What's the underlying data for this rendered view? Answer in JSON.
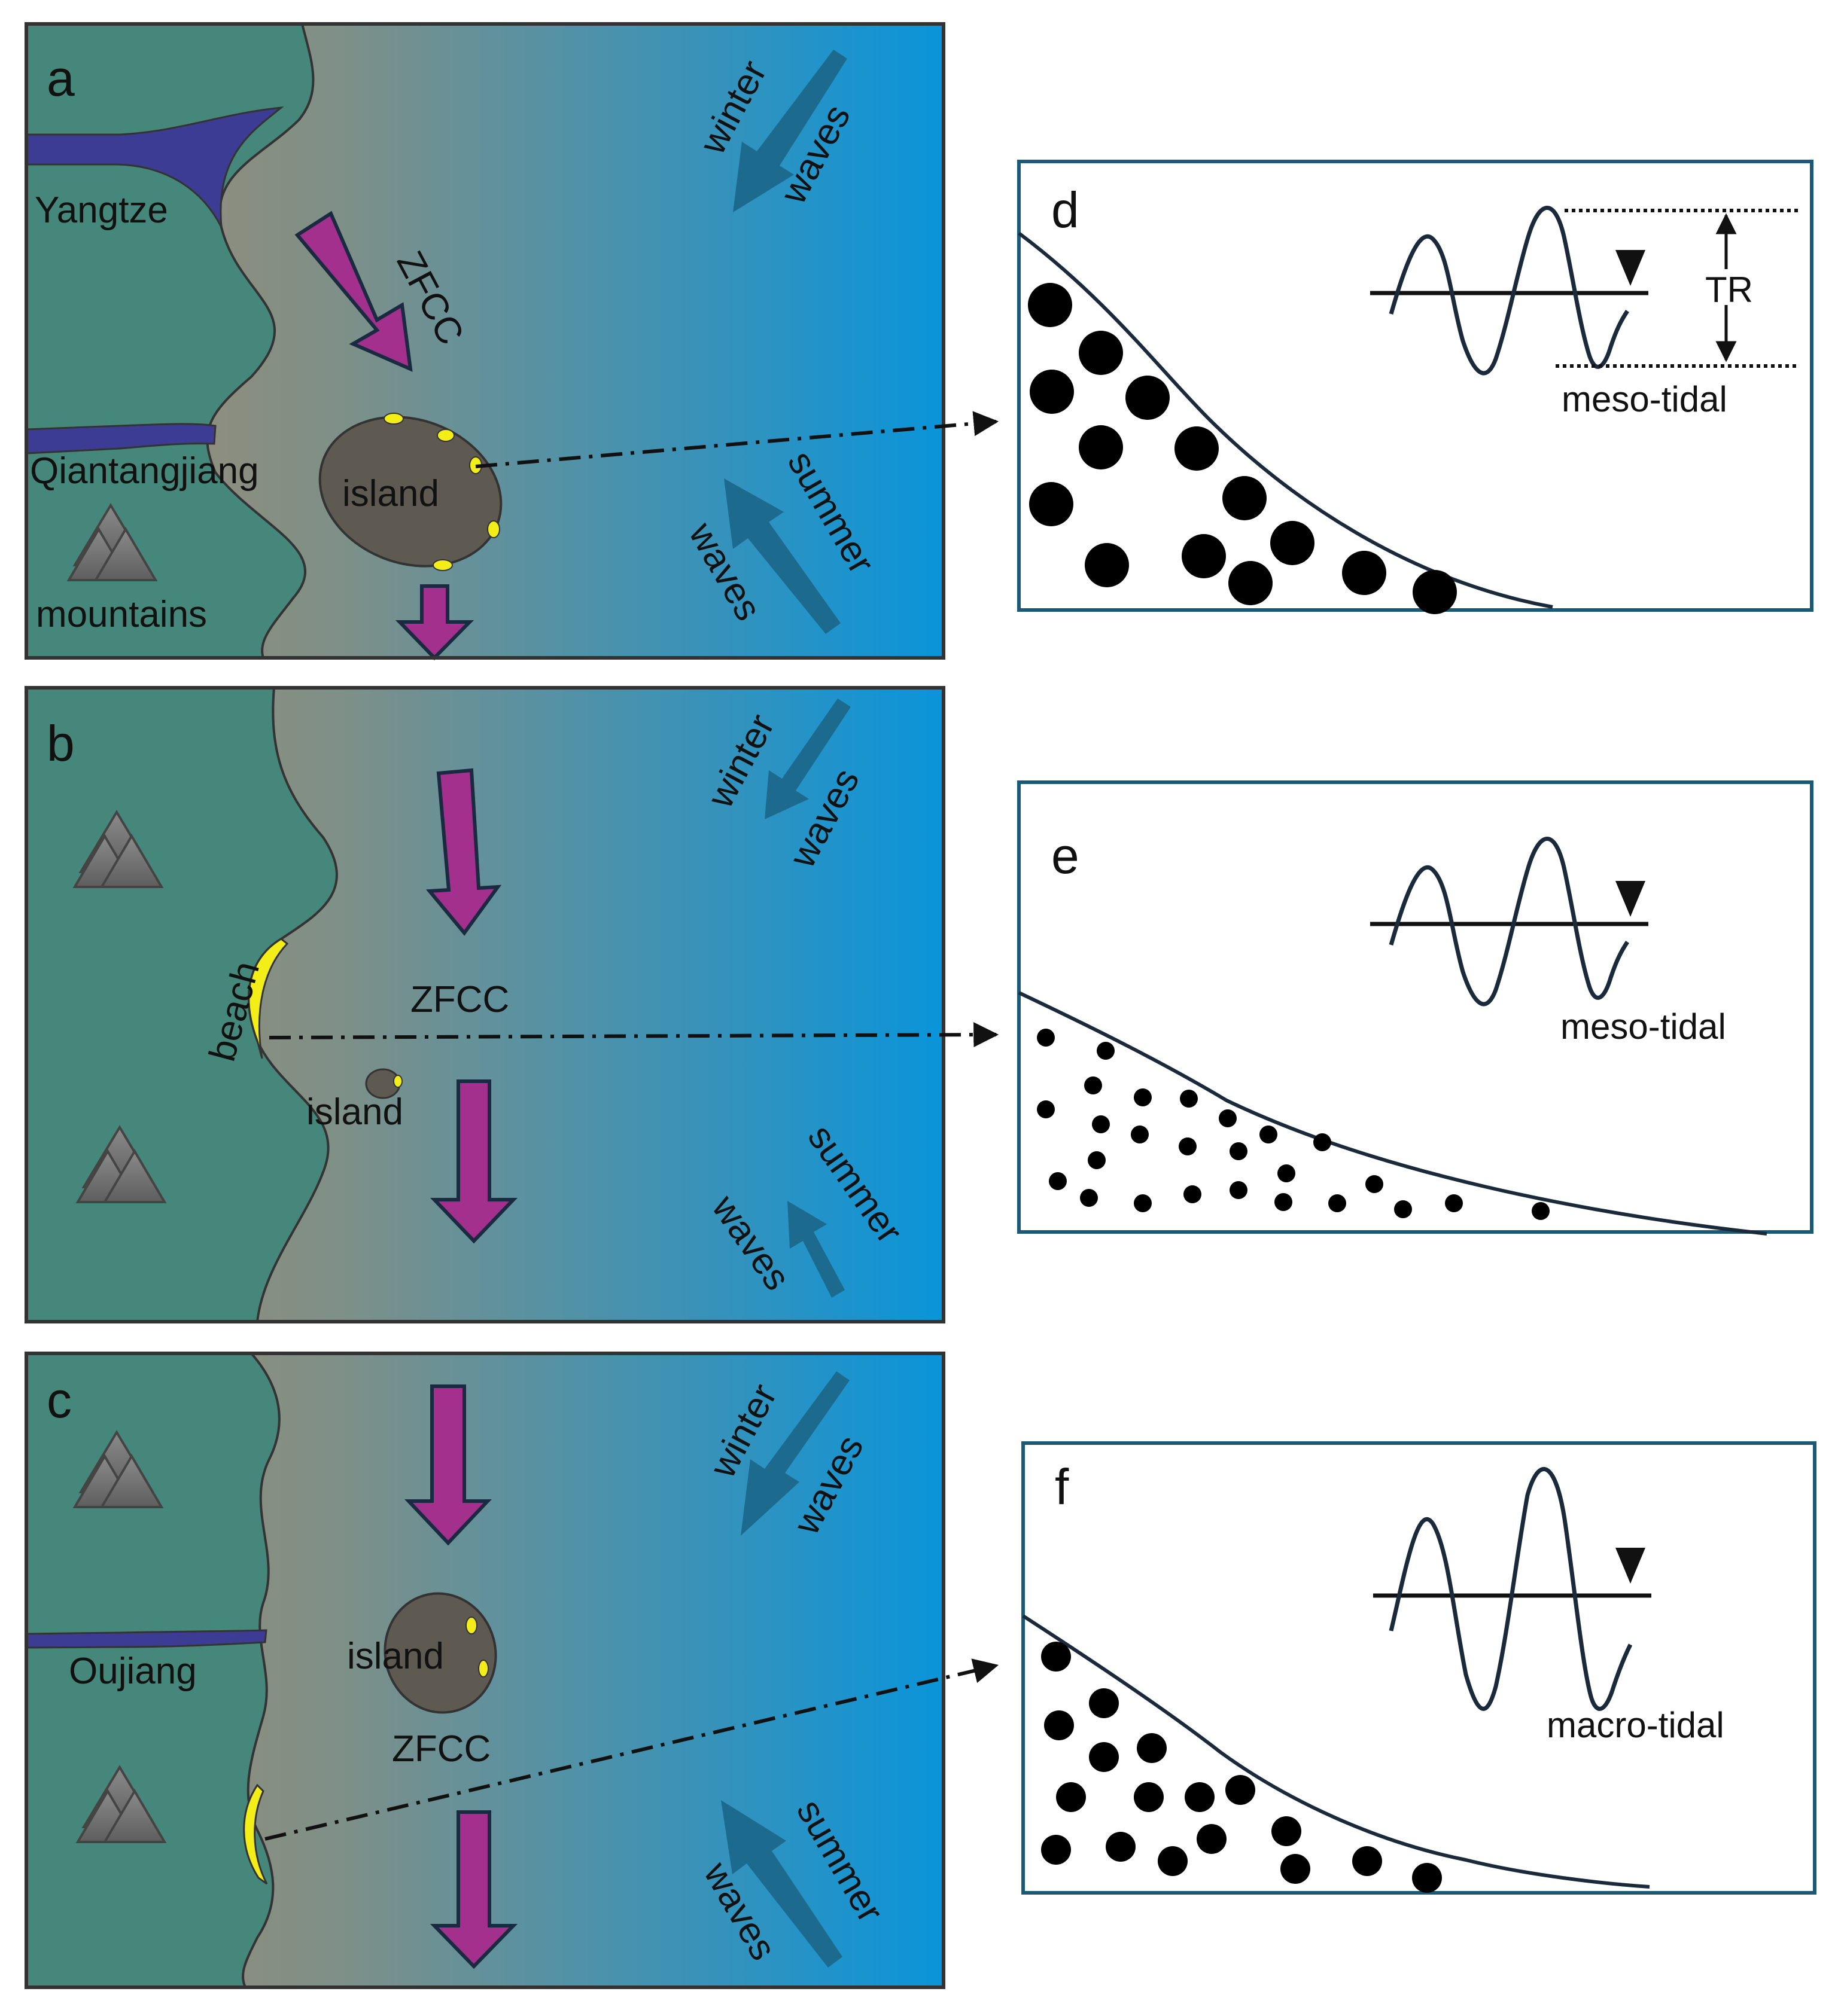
{
  "colors": {
    "land": "#45877a",
    "nearshore": "#a28a72",
    "offshore": "#0a94da",
    "river": "#3d3c94",
    "current_arrow": "#a3308d",
    "wave_arrow": "#1d6a8f",
    "island": "#5e5a52",
    "beach": "#f3ee18",
    "mountain": "#707070",
    "profile_frame": "#1b5a77"
  },
  "panels": {
    "a": {
      "letter": "a",
      "river_1": "Yangtze",
      "river_2": "Qiantangjiang",
      "mountains": "mountains",
      "current": "ZFCC",
      "island": "island",
      "winter_1": "winter",
      "winter_2": "waves",
      "summer_1": "summer",
      "summer_2": "waves"
    },
    "b": {
      "letter": "b",
      "beach": "beach",
      "current": "ZFCC",
      "island": "island",
      "winter_1": "winter",
      "winter_2": "waves",
      "summer_1": "summer",
      "summer_2": "waves"
    },
    "c": {
      "letter": "c",
      "river": "Oujiang",
      "island": "island",
      "current": "ZFCC",
      "winter_1": "winter",
      "winter_2": "waves",
      "summer_1": "summer",
      "summer_2": "waves"
    },
    "d": {
      "letter": "d",
      "tidal_range": "TR",
      "tide_type": "meso-tidal",
      "sediment": "coarse"
    },
    "e": {
      "letter": "e",
      "tide_type": "meso-tidal",
      "sediment": "fine"
    },
    "f": {
      "letter": "f",
      "tide_type": "macro-tidal",
      "sediment": "coarse"
    }
  }
}
